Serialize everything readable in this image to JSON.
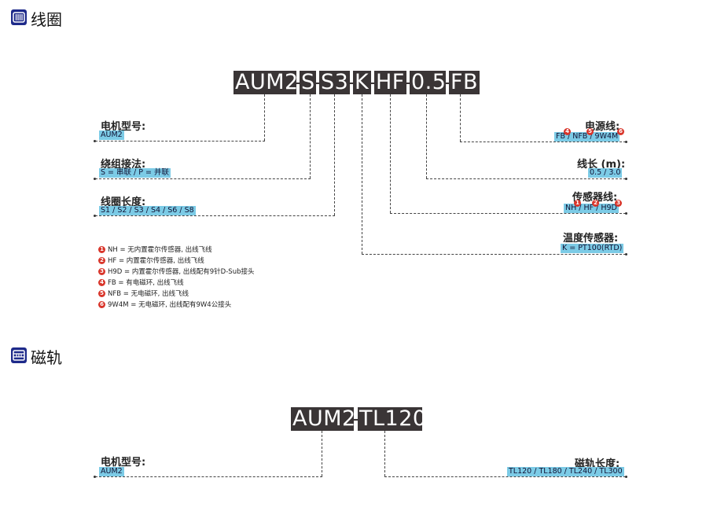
{
  "coil": {
    "title": "线圈",
    "icon": "coil-icon",
    "code": {
      "segments": [
        "AUM2",
        "S",
        "S3",
        "K",
        "HF",
        "0.5",
        "FB"
      ],
      "separator": "-"
    },
    "left_fields": [
      {
        "label": "电机型号:",
        "value": "AUM2"
      },
      {
        "label": "绕组接法:",
        "value": "S = 串联 / P = 并联"
      },
      {
        "label": "线圈长度:",
        "value": "S1 / S2 / S3 / S4 / S6 / S8"
      }
    ],
    "right_fields": [
      {
        "label": "电源线:",
        "value": "FB / NFB / 9W4M"
      },
      {
        "label": "线长 (m):",
        "value": "0.5 / 3.0"
      },
      {
        "label": "传感器线:",
        "value": "NH / HF / H9D"
      },
      {
        "label": "温度传感器:",
        "value": "K = PT100(RTD)"
      }
    ],
    "badges": [
      "1",
      "2",
      "3",
      "4",
      "5",
      "6"
    ],
    "notes": [
      {
        "num": "1",
        "text": "NH = 无内置霍尔传感器, 出线飞线"
      },
      {
        "num": "2",
        "text": "HF = 内置霍尔传感器, 出线飞线"
      },
      {
        "num": "3",
        "text": "H9D = 内置霍尔传感器, 出线配有9针D-Sub接头"
      },
      {
        "num": "4",
        "text": "FB = 有电磁环, 出线飞线"
      },
      {
        "num": "5",
        "text": "NFB = 无电磁环, 出线飞线"
      },
      {
        "num": "6",
        "text": "9W4M = 无电磁环, 出线配有9W4公接头"
      }
    ]
  },
  "rail": {
    "title": "磁轨",
    "icon": "rail-icon",
    "code": {
      "segments": [
        "AUM2",
        "TL120"
      ],
      "separator": "-"
    },
    "left_fields": [
      {
        "label": "电机型号:",
        "value": "AUM2"
      }
    ],
    "right_fields": [
      {
        "label": "磁轨长度:",
        "value": "TL120 / TL180 / TL240 / TL300"
      }
    ]
  },
  "colors": {
    "accent_icon": "#1e2a8a",
    "code_bg": "#3a3536",
    "value_highlight": "#7ccbe6",
    "badge": "#d9362b"
  }
}
